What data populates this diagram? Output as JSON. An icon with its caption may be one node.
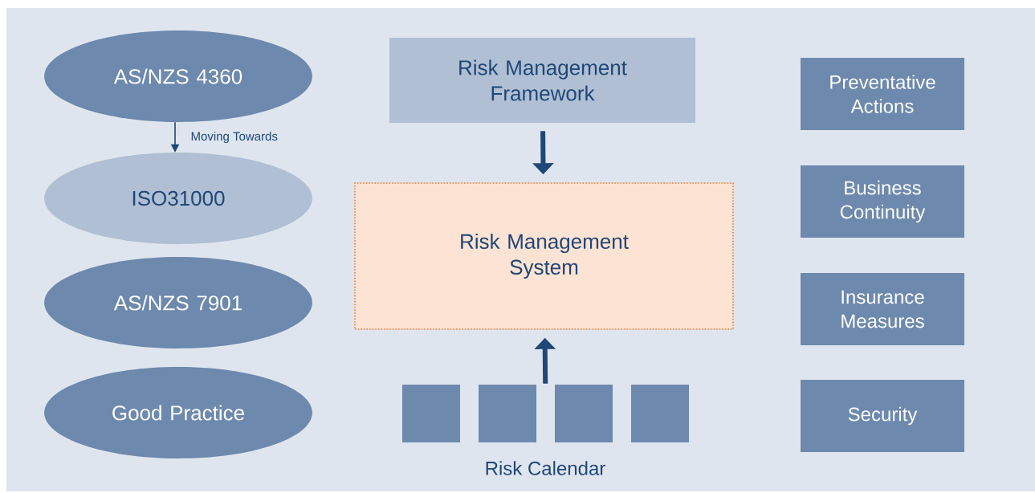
{
  "diagram": {
    "nodes": [
      {
        "text": [
          "AS/NZS 4360"
        ]
      },
      {
        "text": [
          "ISO31000"
        ]
      },
      {
        "text": [
          "AS/NZS 7901"
        ]
      },
      {
        "text": [
          "Good Practice"
        ]
      },
      {
        "text": [
          "Risk Management Framework"
        ]
      },
      {
        "text": [
          "Risk Management System"
        ]
      },
      {
        "text": [],
        "shape": "box"
      },
      {
        "text": [],
        "shape": "box"
      },
      {
        "text": [],
        "shape": "box"
      },
      {
        "text": [],
        "shape": "box"
      },
      {
        "text": [
          "Preventative Actions"
        ]
      },
      {
        "text": [
          "Business Continuity"
        ]
      },
      {
        "text": [
          "Insurance Measures"
        ]
      },
      {
        "text": [
          "Security"
        ]
      }
    ],
    "edges": [
      {
        "from": 0,
        "to": 1,
        "arrow": "to",
        "label": "Moving Towards"
      },
      {
        "from": 4,
        "to": 5,
        "arrow": "to"
      },
      {
        "from": 7,
        "to": 5,
        "arrow": "to"
      }
    ],
    "labels": [
      "Risk Calendar"
    ]
  }
}
